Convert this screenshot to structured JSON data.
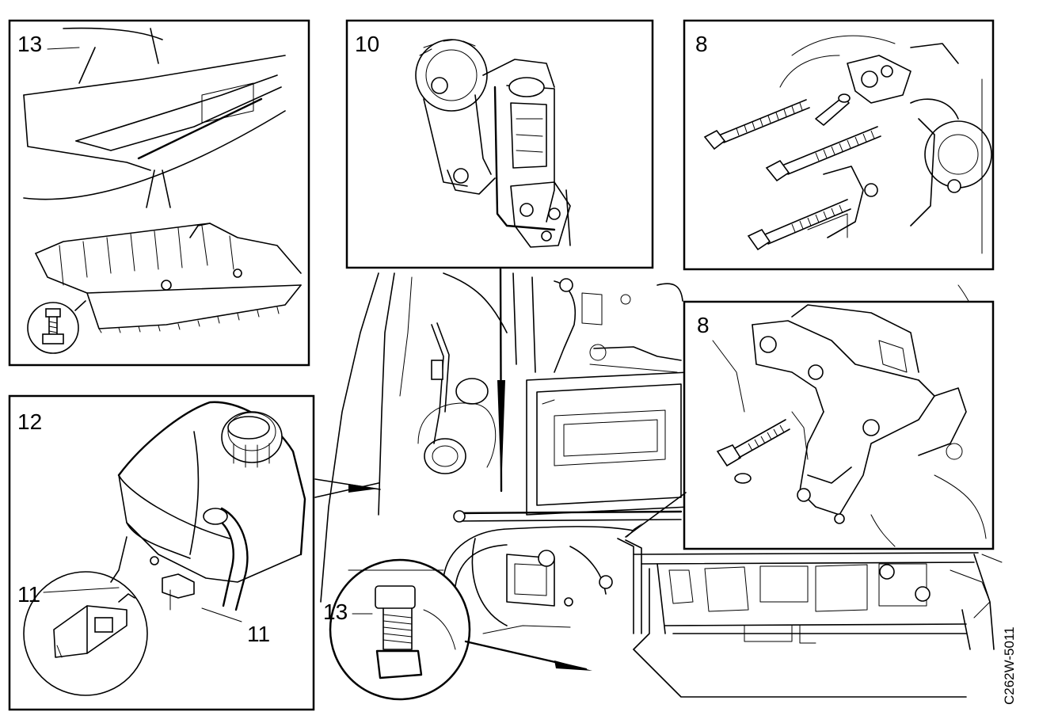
{
  "figure_code": "C262W-5011",
  "callouts": {
    "panel_13_top": "13",
    "panel_10": "10",
    "panel_8_top": "8",
    "panel_8_lower": "8",
    "panel_12": "12",
    "panel_12_hose": "11",
    "panel_12_connector": "11",
    "circle_13": "13"
  }
}
